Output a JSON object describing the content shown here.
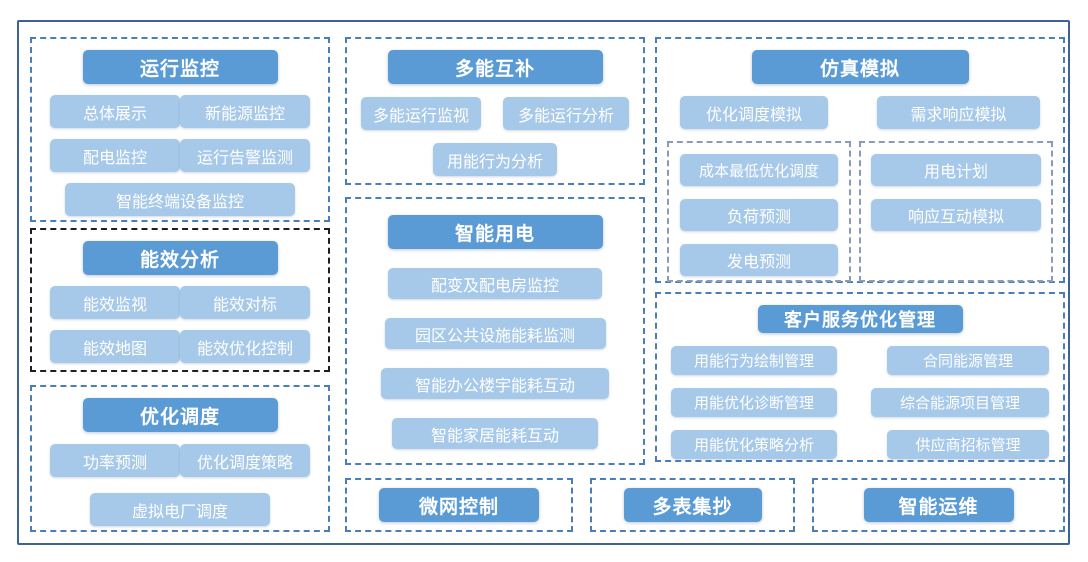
{
  "palette": {
    "header_bg": "#5b9bd5",
    "item_bg": "#a7c9e9",
    "frame_border": "#3e6296",
    "dashed_blue": "#4a7eba",
    "dashed_dark": "#1f1f1f",
    "inner_dashed": "#8b9cb8",
    "text": "#ffffff"
  },
  "groups": {
    "operation": {
      "title": "运行监控",
      "items": [
        "总体展示",
        "新能源监控",
        "配电监控",
        "运行告警监测",
        "智能终端设备监控"
      ]
    },
    "energy": {
      "title": "能效分析",
      "items": [
        "能效监视",
        "能效对标",
        "能效地图",
        "能效优化控制"
      ]
    },
    "dispatch": {
      "title": "优化调度",
      "items": [
        "功率预测",
        "优化调度策略",
        "虚拟电厂调度"
      ]
    },
    "multi": {
      "title": "多能互补",
      "items": [
        "多能运行监视",
        "多能运行分析",
        "用能行为分析"
      ]
    },
    "smart_power": {
      "title": "智能用电",
      "items": [
        "配变及配电房监控",
        "园区公共设施能耗监测",
        "智能办公楼宇能耗互动",
        "智能家居能耗互动"
      ]
    },
    "simulation": {
      "title": "仿真模拟",
      "items": [
        "优化调度模拟",
        "需求响应模拟"
      ],
      "sub_left": [
        "成本最低优化调度",
        "负荷预测",
        "发电预测"
      ],
      "sub_right": [
        "用电计划",
        "响应互动模拟"
      ]
    },
    "customer": {
      "title": "客户服务优化管理",
      "items": [
        "用能行为绘制管理",
        "合同能源管理",
        "用能优化诊断管理",
        "综合能源项目管理",
        "用能优化策略分析",
        "供应商招标管理"
      ]
    },
    "microgrid": {
      "title": "微网控制"
    },
    "meter_reading": {
      "title": "多表集抄"
    },
    "smart_ops": {
      "title": "智能运维"
    }
  }
}
